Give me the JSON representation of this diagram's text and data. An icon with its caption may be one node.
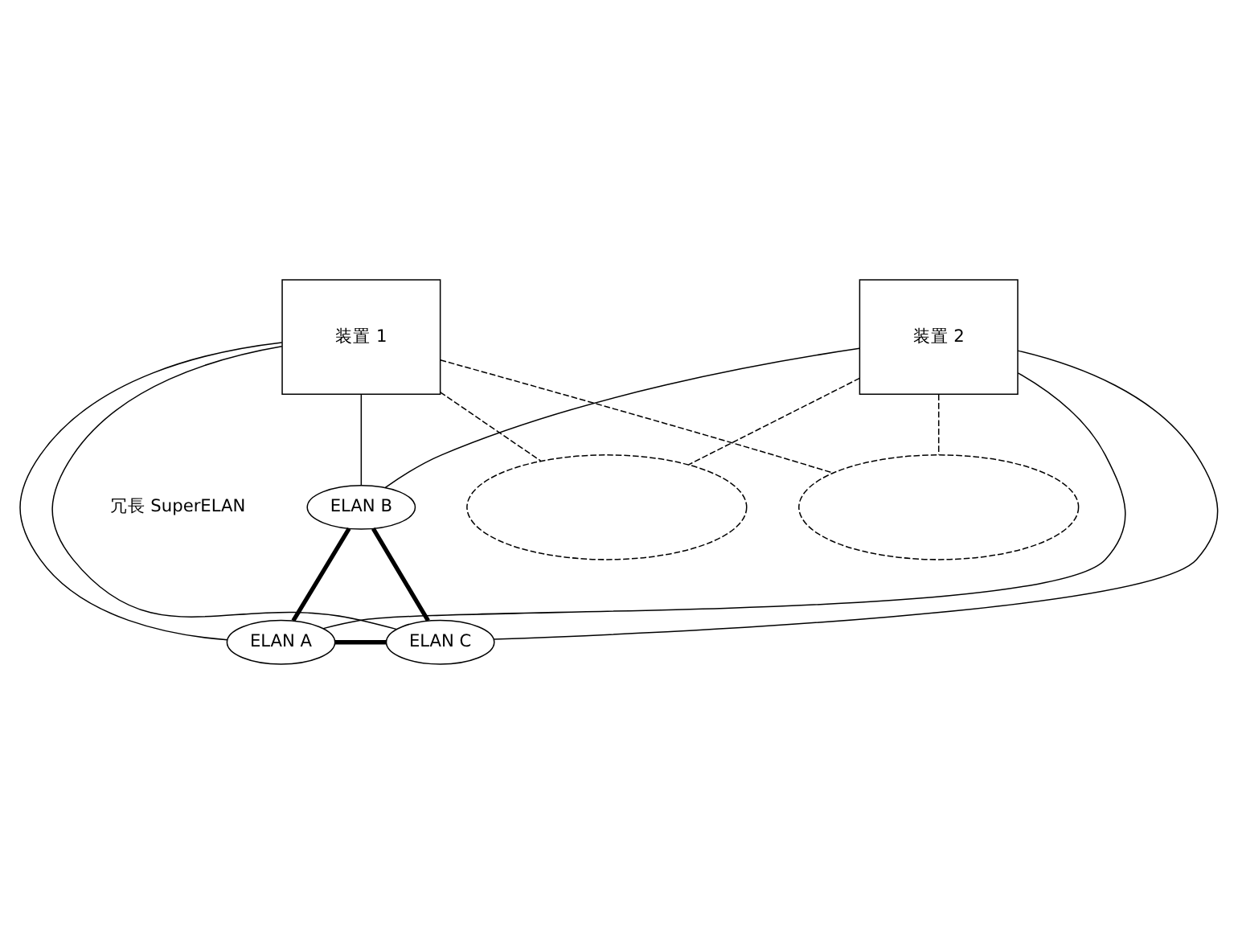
{
  "diagram": {
    "nodes": [
      {
        "text": [
          "装置 1"
        ]
      },
      {
        "text": [
          "装置 2"
        ]
      },
      {
        "text": [],
        "shape": "ellipse"
      },
      {
        "text": [],
        "shape": "ellipse"
      },
      {
        "text": [
          "ELAN B"
        ]
      },
      {
        "text": [
          "ELAN A"
        ]
      },
      {
        "text": [
          "ELAN C"
        ]
      }
    ],
    "edges": [
      {
        "from": 0,
        "to": 5,
        "arrow": "none"
      },
      {
        "from": 0,
        "to": 2,
        "arrow": "none",
        "style": "dashed"
      },
      {
        "from": 0,
        "to": 3,
        "arrow": "none",
        "style": "dashed"
      },
      {
        "from": 0,
        "to": 4,
        "arrow": "none"
      },
      {
        "from": 0,
        "to": 6,
        "arrow": "none"
      },
      {
        "from": 1,
        "to": 5,
        "arrow": "none"
      },
      {
        "from": 1,
        "to": 4,
        "arrow": "none"
      },
      {
        "from": 1,
        "to": 2,
        "arrow": "none",
        "style": "dashed"
      },
      {
        "from": 1,
        "to": 3,
        "arrow": "none",
        "style": "dashed"
      },
      {
        "from": 1,
        "to": 6,
        "arrow": "none"
      },
      {
        "from": 5,
        "to": 4,
        "arrow": "none",
        "style": "thick"
      },
      {
        "from": 4,
        "to": 6,
        "arrow": "none",
        "style": "thick"
      },
      {
        "from": 5,
        "to": 6,
        "arrow": "none",
        "style": "thick"
      }
    ],
    "labels": [
      "冗長 SuperELAN"
    ]
  }
}
